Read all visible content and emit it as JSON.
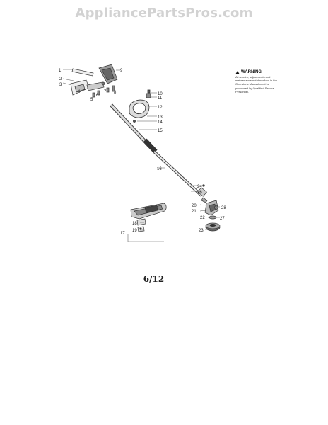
{
  "watermark": "AppliancePartsPros.com",
  "warning": {
    "title": "WARNING",
    "text": "All repairs, adjustments and maintenance not described in the Operator's Manual must be performed by Qualified Service Personnel."
  },
  "callouts": [
    "1",
    "2",
    "3",
    "4",
    "5",
    "6",
    "7",
    "8",
    "9",
    "10",
    "11",
    "12",
    "13",
    "14",
    "15",
    "16",
    "17",
    "18",
    "19",
    "20",
    "21",
    "22",
    "23",
    "24",
    "25",
    "26",
    "27",
    "28"
  ],
  "page_number": "6/12"
}
